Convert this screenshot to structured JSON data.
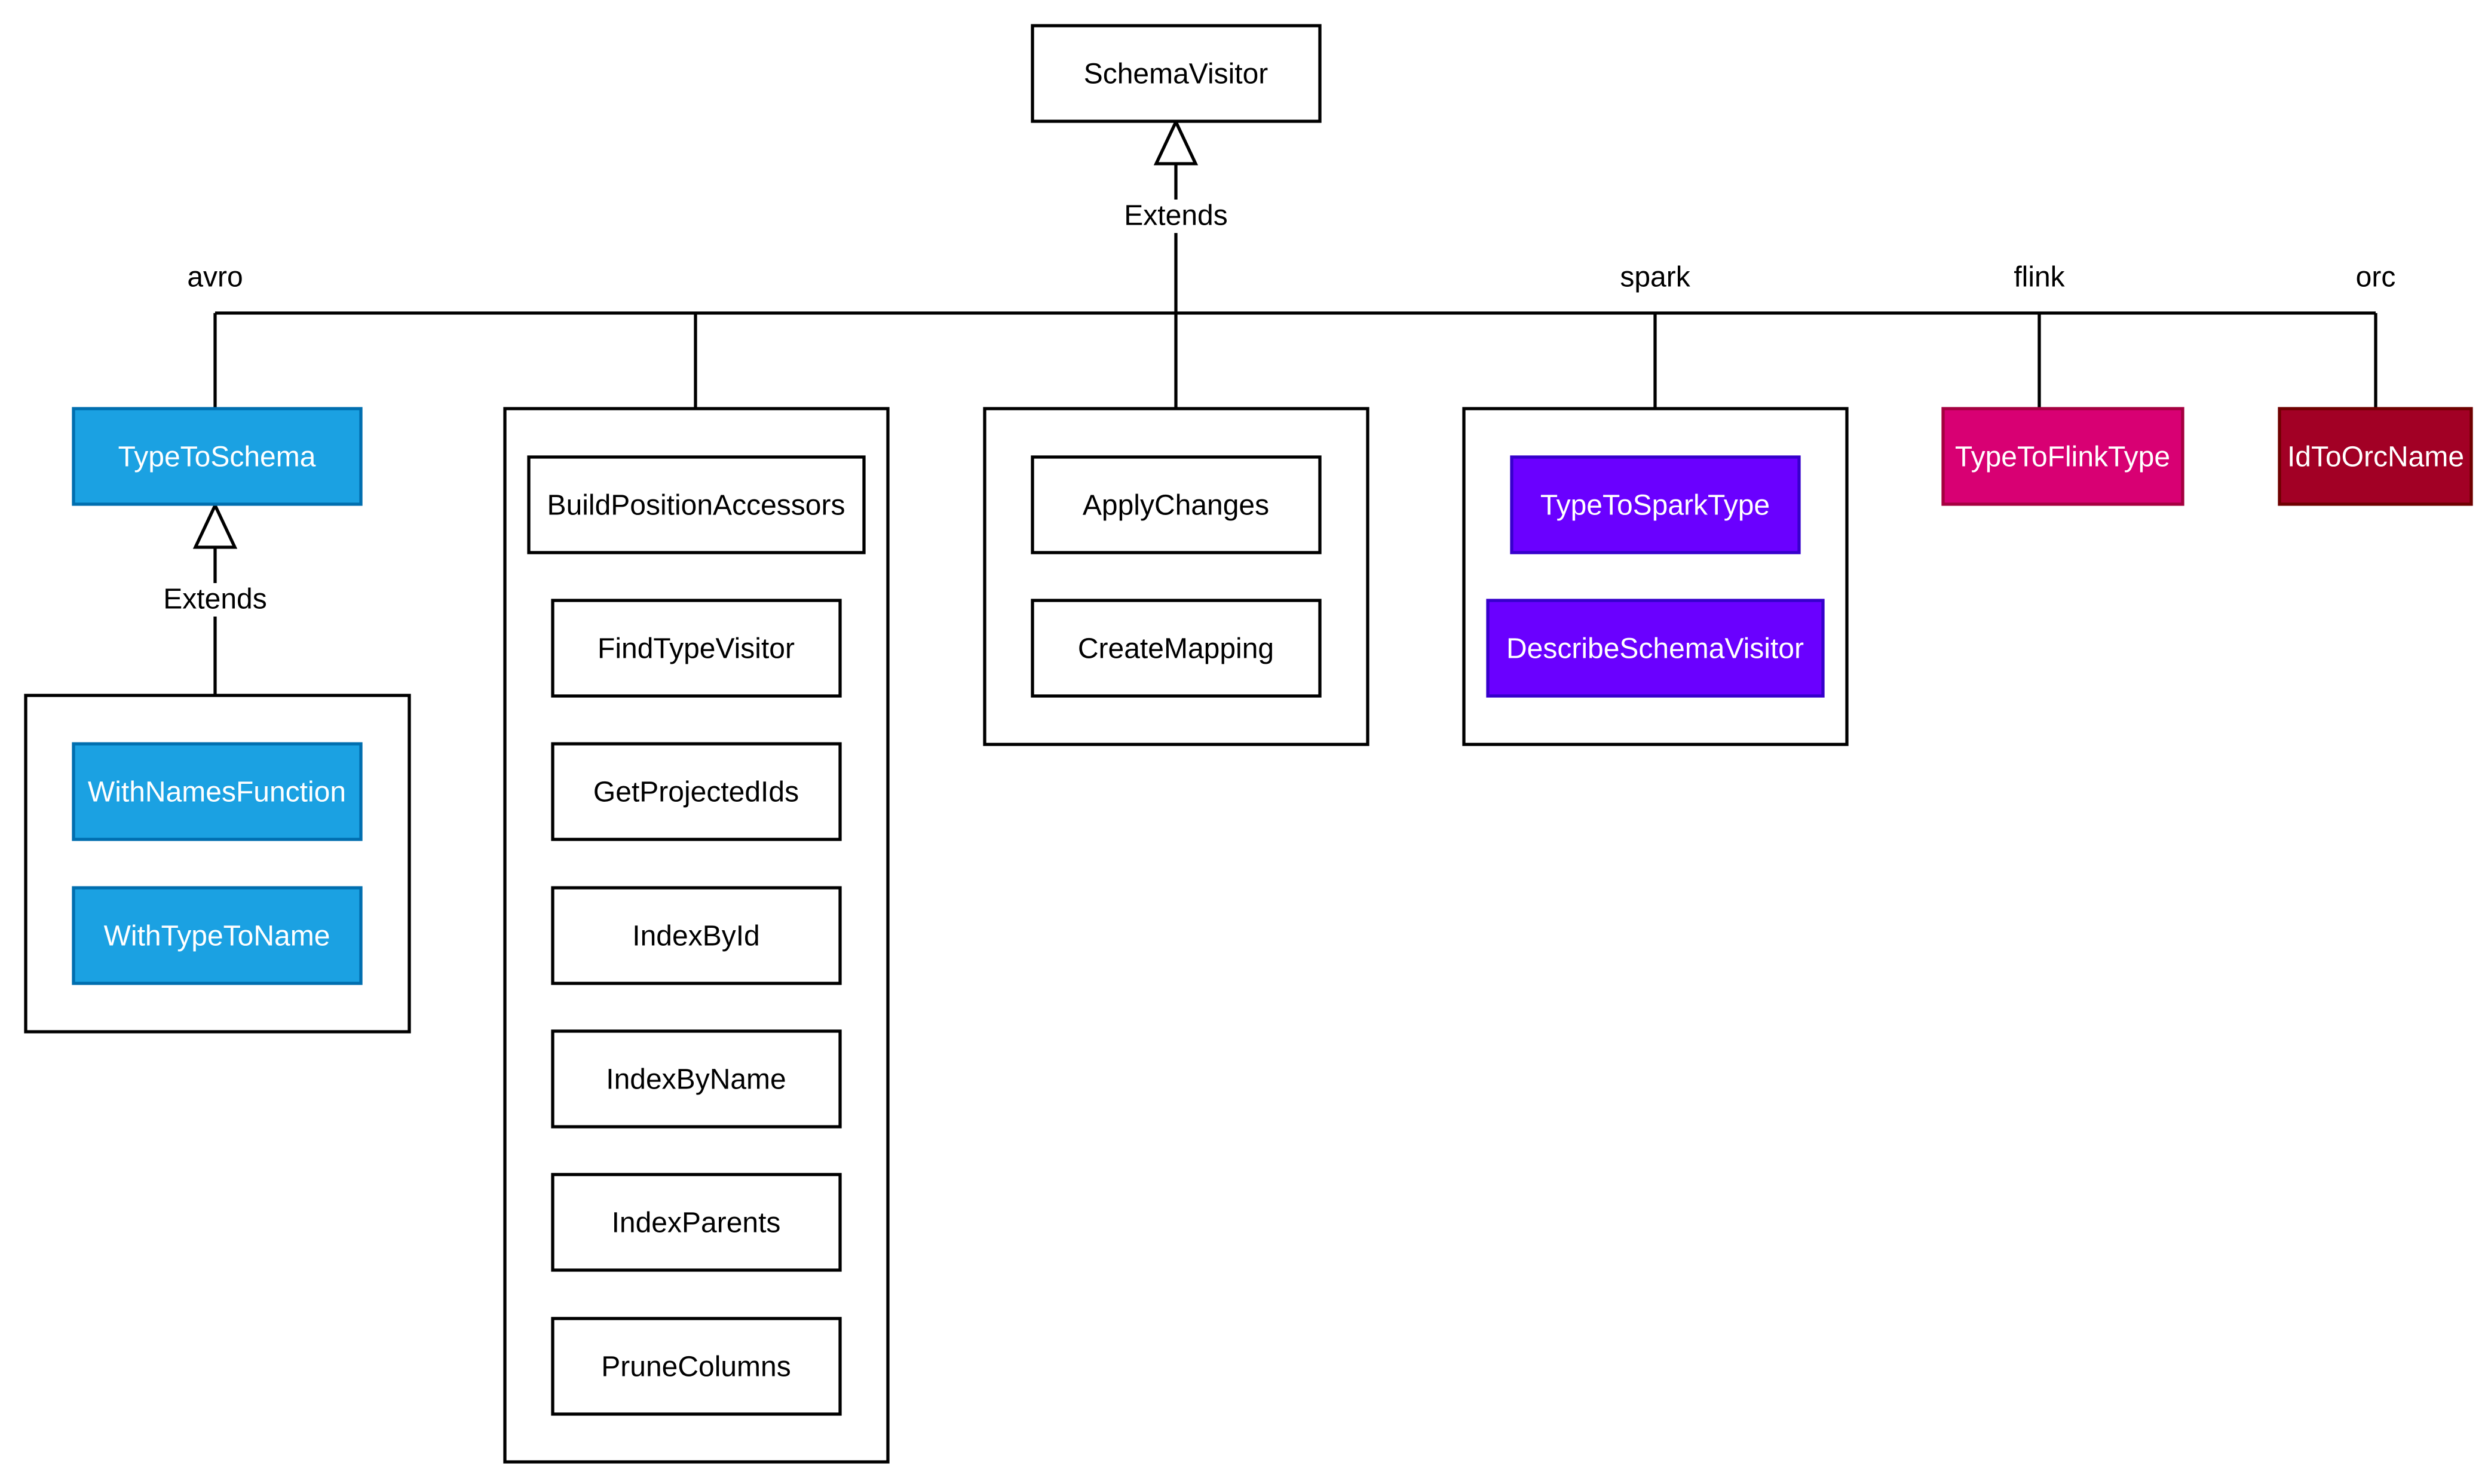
{
  "diagram": {
    "root": {
      "label": "SchemaVisitor"
    },
    "extends_labels": [
      "Extends",
      "Extends"
    ],
    "package_labels": {
      "avro": "avro",
      "spark": "spark",
      "flink": "flink",
      "orc": "orc"
    },
    "avro": {
      "parent": "TypeToSchema",
      "children": [
        "WithNamesFunction",
        "WithTypeToName"
      ]
    },
    "core_group": {
      "items": [
        "BuildPositionAccessors",
        "FindTypeVisitor",
        "GetProjectedIds",
        "IndexById",
        "IndexByName",
        "IndexParents",
        "PruneColumns"
      ]
    },
    "schema_update_group": {
      "items": [
        "ApplyChanges",
        "CreateMapping"
      ]
    },
    "spark_group": {
      "items": [
        "TypeToSparkType",
        "DescribeSchemaVisitor"
      ]
    },
    "flink": {
      "label": "TypeToFlinkType"
    },
    "orc": {
      "label": "IdToOrcName"
    }
  },
  "colors": {
    "avro_fill": "#1BA1E2",
    "avro_stroke": "#006EAF",
    "spark_fill": "#6A00FF",
    "spark_stroke": "#3700CC",
    "flink_fill": "#D80073",
    "flink_stroke": "#A50040",
    "orc_fill": "#A20025",
    "orc_stroke": "#6F0000",
    "default_fill": "#FFFFFF",
    "default_stroke": "#000000"
  }
}
